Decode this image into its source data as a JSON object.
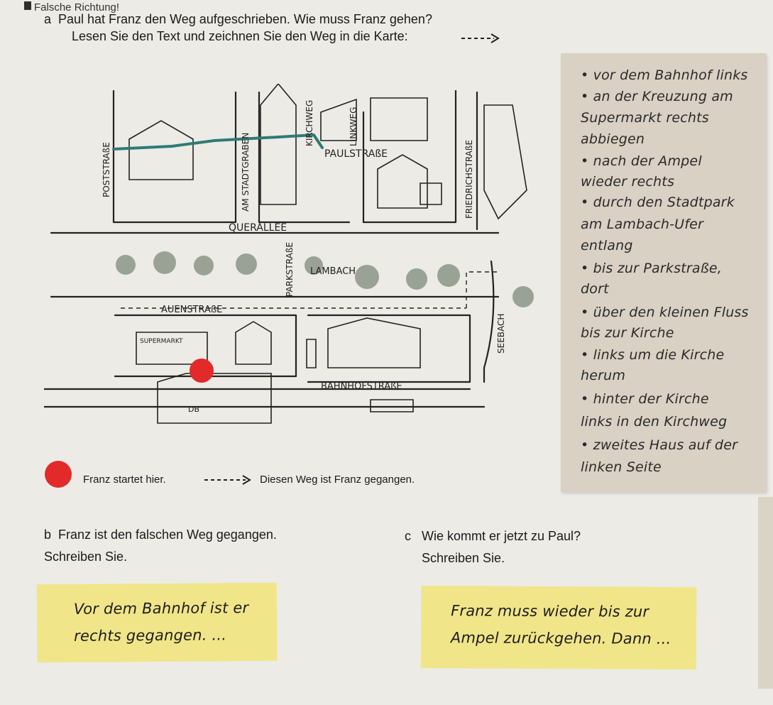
{
  "header": {
    "title": "Falsche Richtung!"
  },
  "task_a": {
    "letter": "a",
    "line1": "Paul hat Franz den Weg aufgeschrieben. Wie muss Franz gehen?",
    "line2": "Lesen Sie den Text und zeichnen Sie den Weg in die Karte:"
  },
  "map": {
    "streets": {
      "poststrasse": "POSTSTRAßE",
      "am_stadtgraben": "AM STADTGRABEN",
      "kirchweg": "KIRCHWEG",
      "linkweg": "LINKWEG",
      "paulstrasse": "PAULSTRAßE",
      "friedrichstrasse": "FRIEDRICHSTRAßE",
      "querallee": "QUERALLEE",
      "parkstrasse": "PARKSTRAßE",
      "lambach": "LAMBACH",
      "auenstrasse": "AUENSTRAßE",
      "seebach": "SEEBACH",
      "bahnhofstrasse": "BAHNHOFSTRAßE"
    },
    "buildings": {
      "supermarkt": "SUPERMARKT",
      "db": "DB"
    }
  },
  "notes": [
    "• vor dem Bahnhof links",
    "• an der Kreuzung am",
    "Supermarkt rechts",
    "abbiegen",
    "• nach der Ampel",
    "wieder rechts",
    "• durch den Stadtpark",
    "am Lambach-Ufer",
    "entlang",
    "• bis zur Parkstraße,",
    "dort",
    "• über den kleinen Fluss",
    "bis zur Kirche",
    "• links um die Kirche",
    "herum",
    "• hinter der Kirche",
    "links in den Kirchweg",
    "• zweites Haus auf der",
    "linken Seite"
  ],
  "legend": {
    "start": "Franz startet hier.",
    "path": "Diesen Weg ist Franz gegangen."
  },
  "task_b": {
    "letter": "b",
    "line1": "Franz ist den falschen Weg gegangen.",
    "line2": "Schreiben Sie.",
    "answer1": "Vor dem Bahnhof ist er",
    "answer2": "rechts gegangen. ..."
  },
  "task_c": {
    "letter": "c",
    "line1": "Wie kommt er jetzt zu Paul?",
    "line2": "Schreiben Sie.",
    "answer1": "Franz muss wieder bis zur",
    "answer2": "Ampel zurückgehen. Dann ..."
  },
  "colors": {
    "start_dot": "#e22a2a",
    "path_line": "#2f7a74",
    "note_panel": "#d8d1c4",
    "answer_box": "#f1e58a"
  }
}
